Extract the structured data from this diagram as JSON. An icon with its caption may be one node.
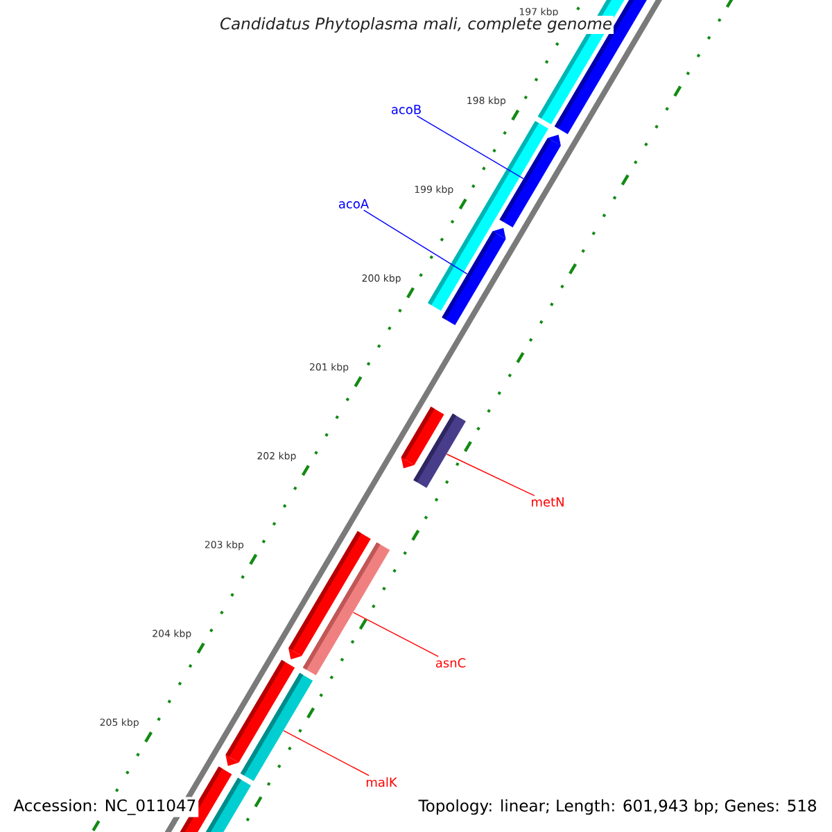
{
  "diagram": {
    "title": "Candidatus Phytoplasma mali, complete genome",
    "nodes": [
      {
        "text": [
          "acoB"
        ]
      },
      {
        "text": [
          "acoA"
        ]
      },
      {
        "text": [
          "metN"
        ]
      },
      {
        "text": [
          "asnC"
        ]
      },
      {
        "text": [
          "malK"
        ]
      },
      {
        "text": [],
        "shape": "bar"
      },
      {
        "text": [],
        "shape": "bar"
      },
      {
        "text": [],
        "shape": "bar"
      },
      {
        "text": [],
        "shape": "bar"
      },
      {
        "text": [],
        "shape": "bar"
      }
    ],
    "edges": [
      {
        "from": 0,
        "to": 5,
        "arrow": "none",
        "color": "#0000ff"
      },
      {
        "from": 1,
        "to": 6,
        "arrow": "none",
        "color": "#0000ff"
      },
      {
        "from": 2,
        "to": 7,
        "arrow": "none",
        "color": "#ff0000"
      },
      {
        "from": 3,
        "to": 8,
        "arrow": "none",
        "color": "#ff0000"
      },
      {
        "from": 4,
        "to": 9,
        "arrow": "none",
        "color": "#ff0000"
      }
    ],
    "labels": [
      "197 kbp",
      "198 kbp",
      "199 kbp",
      "200 kbp",
      "201 kbp",
      "202 kbp",
      "203 kbp",
      "204 kbp",
      "205 kbp",
      "Accession: NC_011047",
      "Topology: linear; Length: 601,943 bp; Genes: 518"
    ]
  }
}
